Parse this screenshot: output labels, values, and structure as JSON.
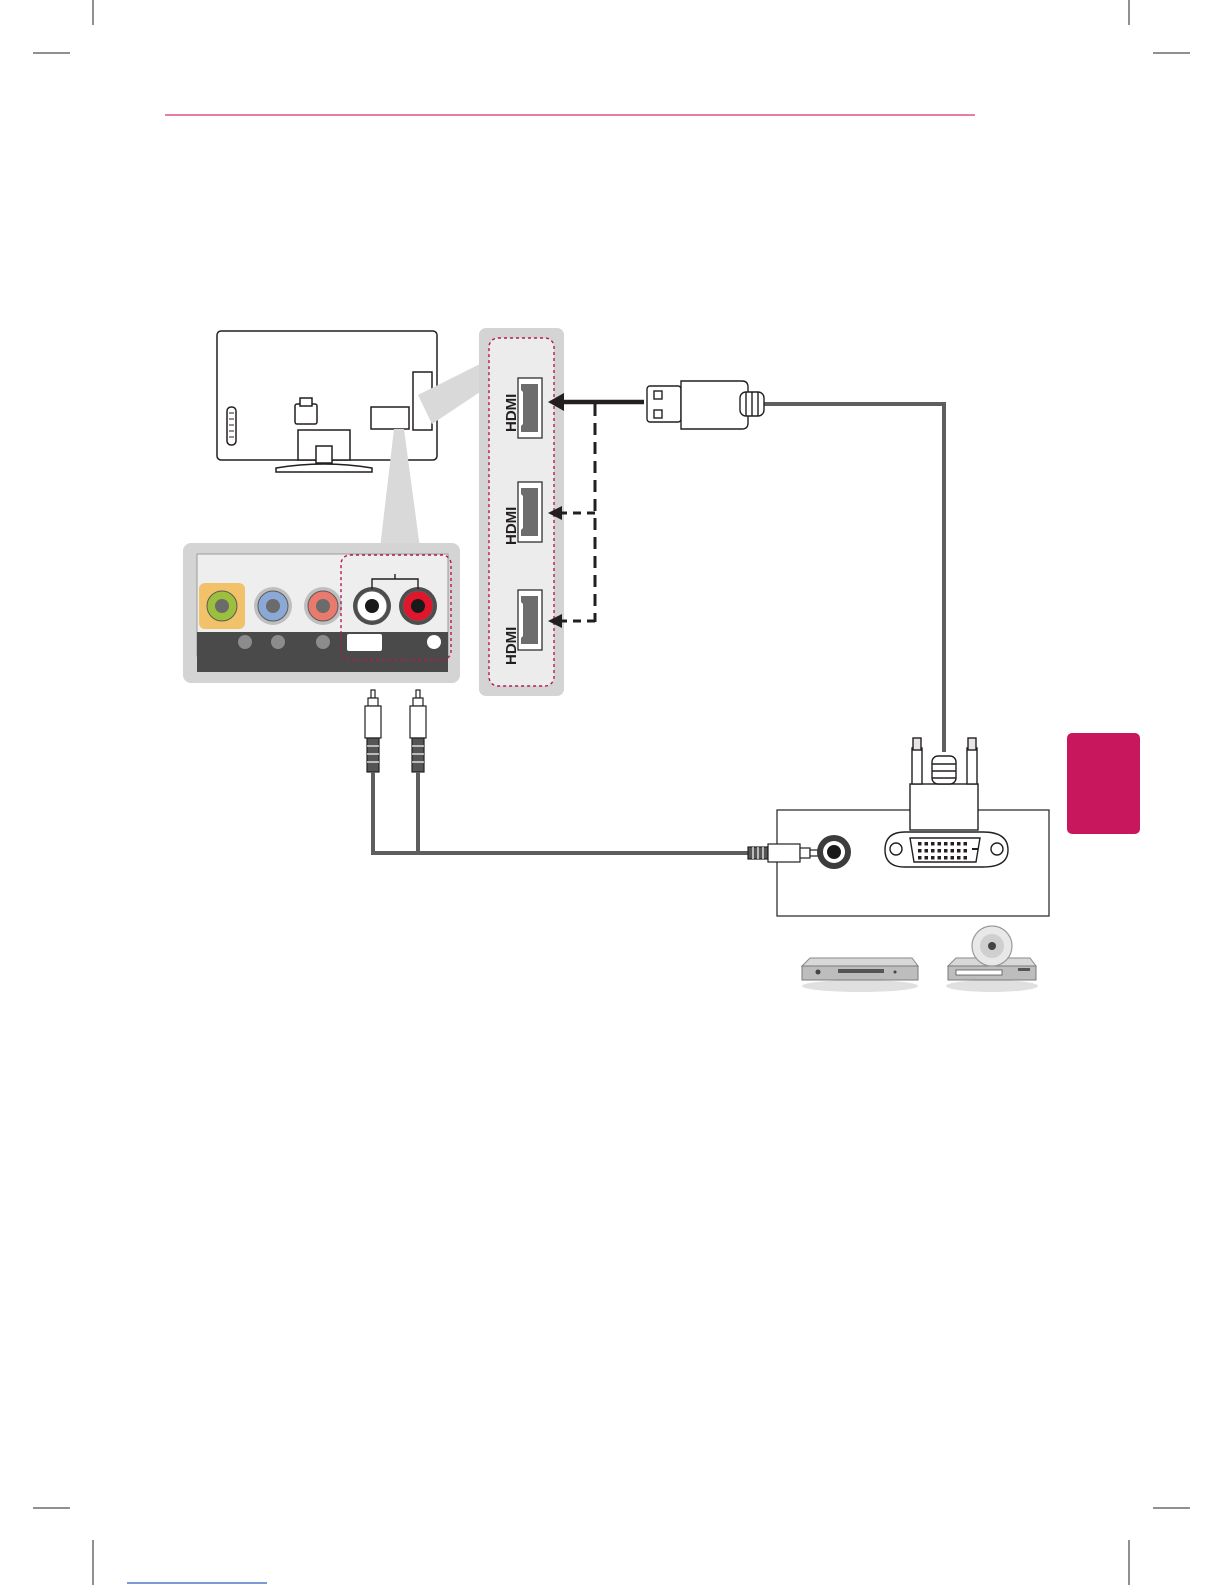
{
  "page": {
    "accent_color": "#c8175d",
    "rule_color": "#d6336c"
  },
  "hdmi_panel": {
    "ports": [
      {
        "label": "HDMI"
      },
      {
        "label": "HDMI"
      },
      {
        "label": "HDMI"
      }
    ]
  },
  "av_panel": {
    "jacks": [
      {
        "color": "#9cbf3d",
        "ring": "#f2c26b"
      },
      {
        "color": "#8aa9d6",
        "ring": "#bfbfbf"
      },
      {
        "color": "#e87a6e",
        "ring": "#bfbfbf"
      },
      {
        "color": "#ffffff",
        "ring": "#4d4d4d"
      },
      {
        "color": "#e1162c",
        "ring": "#4d4d4d"
      }
    ]
  },
  "devices": [
    {
      "icon": "dvd-recorder-icon"
    },
    {
      "icon": "dvd-player-icon"
    }
  ],
  "side_tab": {
    "color": "#c8175d"
  }
}
